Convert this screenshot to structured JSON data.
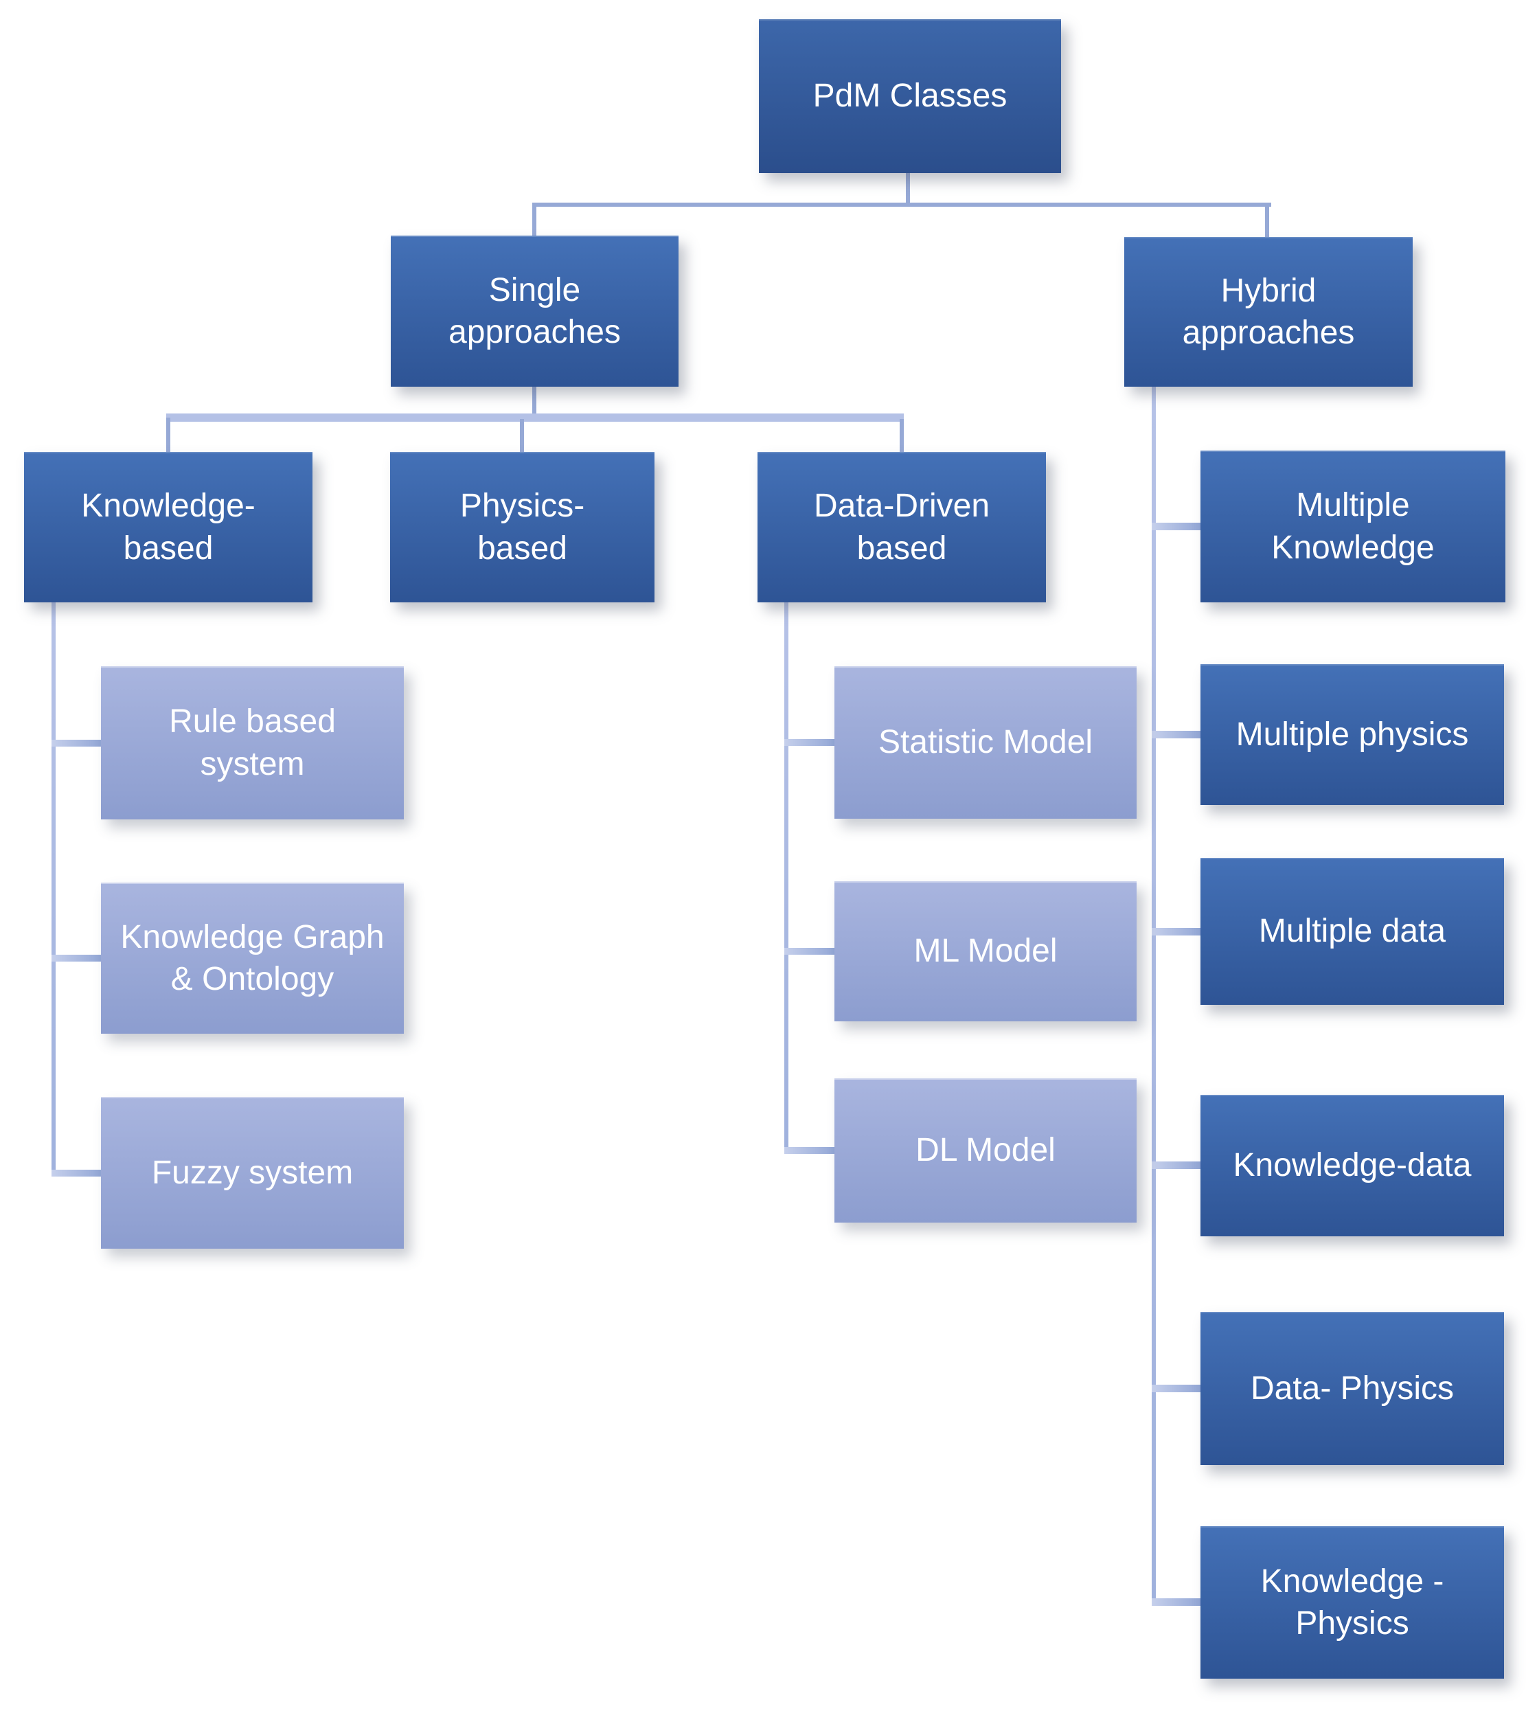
{
  "diagram": {
    "type": "hierarchy-tree",
    "background": "#ffffff",
    "colors": {
      "node_dark_top": "#4471B7",
      "node_dark_bottom": "#2E5495",
      "node_root_top": "#3D67AA",
      "node_root_bottom": "#2B4E8C",
      "node_light_top": "#A9B5DF",
      "node_light_bottom": "#8C9DCF",
      "connector": "#A5B4DF",
      "text": "#FFFFFF"
    },
    "nodes": {
      "root": {
        "label": "PdM Classes",
        "lines": [
          "PdM Classes"
        ]
      },
      "single": {
        "label": "Single approaches",
        "lines": [
          "Single",
          "approaches"
        ]
      },
      "hybrid": {
        "label": "Hybrid approaches",
        "lines": [
          "Hybrid",
          "approaches"
        ]
      },
      "knowledge": {
        "label": "Knowledge-based",
        "lines": [
          "Knowledge-",
          "based"
        ]
      },
      "physics": {
        "label": "Physics-based",
        "lines": [
          "Physics-",
          "based"
        ]
      },
      "data_driven": {
        "label": "Data-Driven based",
        "lines": [
          "Data-Driven",
          "based"
        ]
      },
      "rule_based": {
        "label": "Rule based system",
        "lines": [
          "Rule based",
          "system"
        ]
      },
      "kg_ontology": {
        "label": "Knowledge Graph & Ontology",
        "lines": [
          "Knowledge Graph",
          "& Ontology"
        ]
      },
      "fuzzy": {
        "label": "Fuzzy system",
        "lines": [
          "Fuzzy system"
        ]
      },
      "statistic": {
        "label": "Statistic Model",
        "lines": [
          "Statistic Model"
        ]
      },
      "ml": {
        "label": "ML Model",
        "lines": [
          "ML Model"
        ]
      },
      "dl": {
        "label": "DL Model",
        "lines": [
          "DL Model"
        ]
      },
      "multi_knowledge": {
        "label": "Multiple Knowledge",
        "lines": [
          "Multiple",
          "Knowledge"
        ]
      },
      "multi_physics": {
        "label": "Multiple physics",
        "lines": [
          "Multiple physics"
        ]
      },
      "multi_data": {
        "label": "Multiple data",
        "lines": [
          "Multiple data"
        ]
      },
      "knowledge_data": {
        "label": "Knowledge-data",
        "lines": [
          "Knowledge-data"
        ]
      },
      "data_physics": {
        "label": "Data- Physics",
        "lines": [
          "Data- Physics"
        ]
      },
      "knowledge_physics": {
        "label": "Knowledge - Physics",
        "lines": [
          "Knowledge -",
          "Physics"
        ]
      }
    },
    "tree": {
      "root": [
        "single",
        "hybrid"
      ],
      "single": [
        "knowledge",
        "physics",
        "data_driven"
      ],
      "hybrid": [
        "multi_knowledge",
        "multi_physics",
        "multi_data",
        "knowledge_data",
        "data_physics",
        "knowledge_physics"
      ],
      "knowledge": [
        "rule_based",
        "kg_ontology",
        "fuzzy"
      ],
      "physics": [],
      "data_driven": [
        "statistic",
        "ml",
        "dl"
      ]
    }
  }
}
